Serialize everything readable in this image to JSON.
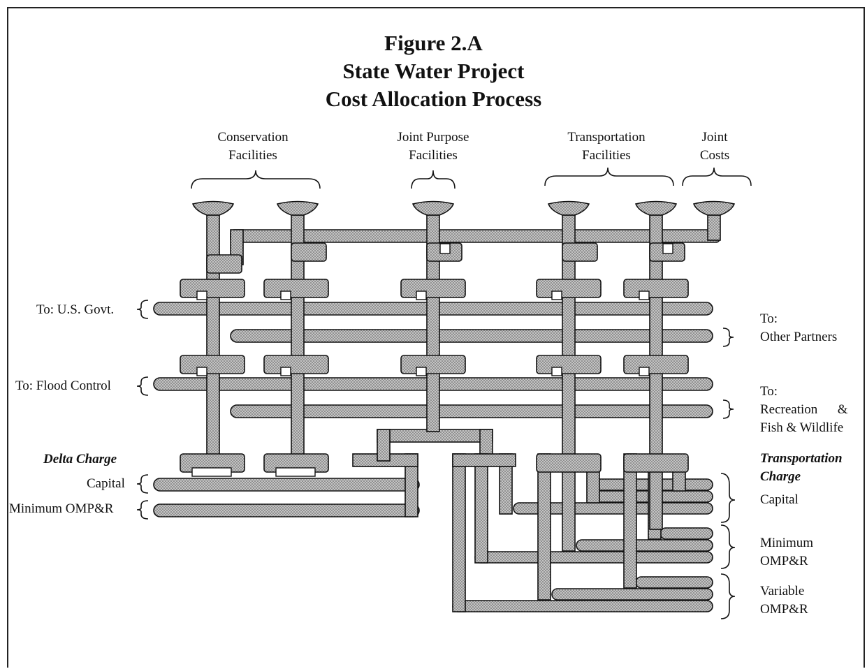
{
  "title": {
    "line1": "Figure 2.A",
    "line2": "State Water Project",
    "line3": "Cost Allocation Process"
  },
  "groups": {
    "conservation": [
      "Conservation",
      "Facilities"
    ],
    "joint_purpose": [
      "Joint Purpose",
      "Facilities"
    ],
    "transportation": [
      "Transportation",
      "Facilities"
    ],
    "joint_costs": [
      "Joint",
      "Costs"
    ]
  },
  "left_labels": {
    "us_govt": "To:  U.S. Govt.",
    "flood_control": "To:  Flood Control",
    "delta_charge": "Delta Charge",
    "capital": "Capital",
    "min_ompr": "Minimum OMP&R"
  },
  "right_labels": {
    "other_partners": [
      "To:",
      "Other Partners"
    ],
    "recreation": [
      "To:",
      "Recreation      &",
      "Fish & Wildlife"
    ],
    "transportation_charge": [
      "Transportation",
      "Charge"
    ],
    "capital": "Capital",
    "min_ompr": [
      "Minimum",
      "OMP&R"
    ],
    "variable_ompr": [
      "Variable",
      "OMP&R"
    ]
  },
  "colors": {
    "pipe_fill": "#b8b8b8",
    "outline": "#111111",
    "background": "#ffffff"
  }
}
